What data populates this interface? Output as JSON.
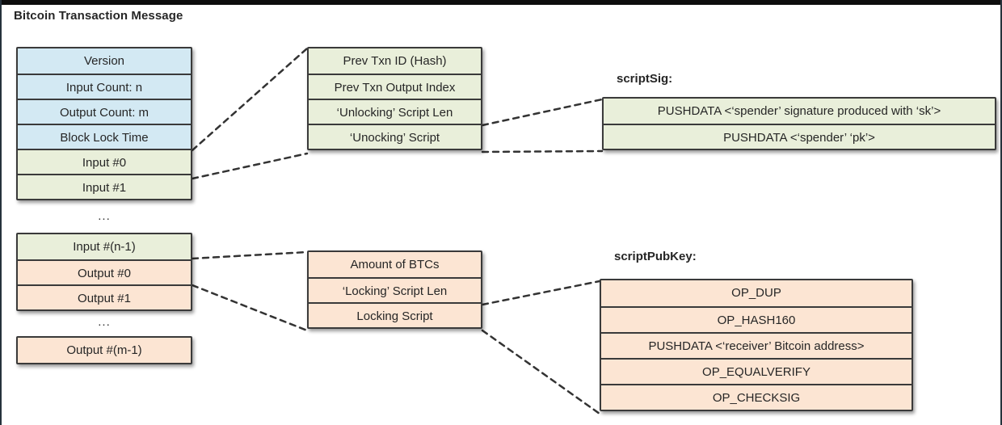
{
  "title": "Bitcoin Transaction Message",
  "colors": {
    "blue": "#d3e9f3",
    "green": "#e9efda",
    "peach": "#fce5d3",
    "box-border": "#3a3a3a",
    "line": "#333333",
    "frame": "#0d0d0d",
    "side": "#26323c",
    "text": "#262626"
  },
  "left_column": {
    "top_rows": [
      {
        "label": "Version",
        "color": "blue"
      },
      {
        "label": "Input Count: n",
        "color": "blue"
      },
      {
        "label": "Output Count: m",
        "color": "blue"
      },
      {
        "label": "Block Lock Time",
        "color": "blue"
      },
      {
        "label": "Input #0",
        "color": "green"
      },
      {
        "label": "Input #1",
        "color": "green"
      }
    ],
    "ellipsis_top": "...",
    "bottom_rows": [
      {
        "label": "Input #(n-1)",
        "color": "green"
      },
      {
        "label": "Output #0",
        "color": "peach"
      },
      {
        "label": "Output #1",
        "color": "peach"
      }
    ],
    "ellipsis_bottom": "...",
    "tail_row": {
      "label": "Output #(m-1)",
      "color": "peach"
    }
  },
  "input_detail": {
    "rows": [
      {
        "label": "Prev Txn ID (Hash)",
        "color": "green"
      },
      {
        "label": "Prev Txn Output Index",
        "color": "green"
      },
      {
        "label": "‘Unlocking’ Script Len",
        "color": "green"
      },
      {
        "label": "‘Unocking’ Script",
        "color": "green"
      }
    ]
  },
  "script_sig": {
    "label": "scriptSig:",
    "rows": [
      {
        "label": "PUSHDATA <‘spender’ signature produced with ‘sk’>",
        "color": "green"
      },
      {
        "label": "PUSHDATA <‘spender’ ‘pk’>",
        "color": "green"
      }
    ]
  },
  "output_detail": {
    "rows": [
      {
        "label": "Amount of BTCs",
        "color": "peach"
      },
      {
        "label": "‘Locking’ Script Len",
        "color": "peach"
      },
      {
        "label": "Locking Script",
        "color": "peach"
      }
    ]
  },
  "script_pub_key": {
    "label": "scriptPubKey:",
    "rows": [
      {
        "label": "OP_DUP",
        "color": "peach"
      },
      {
        "label": "OP_HASH160",
        "color": "peach"
      },
      {
        "label": "PUSHDATA <‘receiver’ Bitcoin address>",
        "color": "peach"
      },
      {
        "label": "OP_EQUALVERIFY",
        "color": "peach"
      },
      {
        "label": "OP_CHECKSIG",
        "color": "peach"
      }
    ]
  }
}
